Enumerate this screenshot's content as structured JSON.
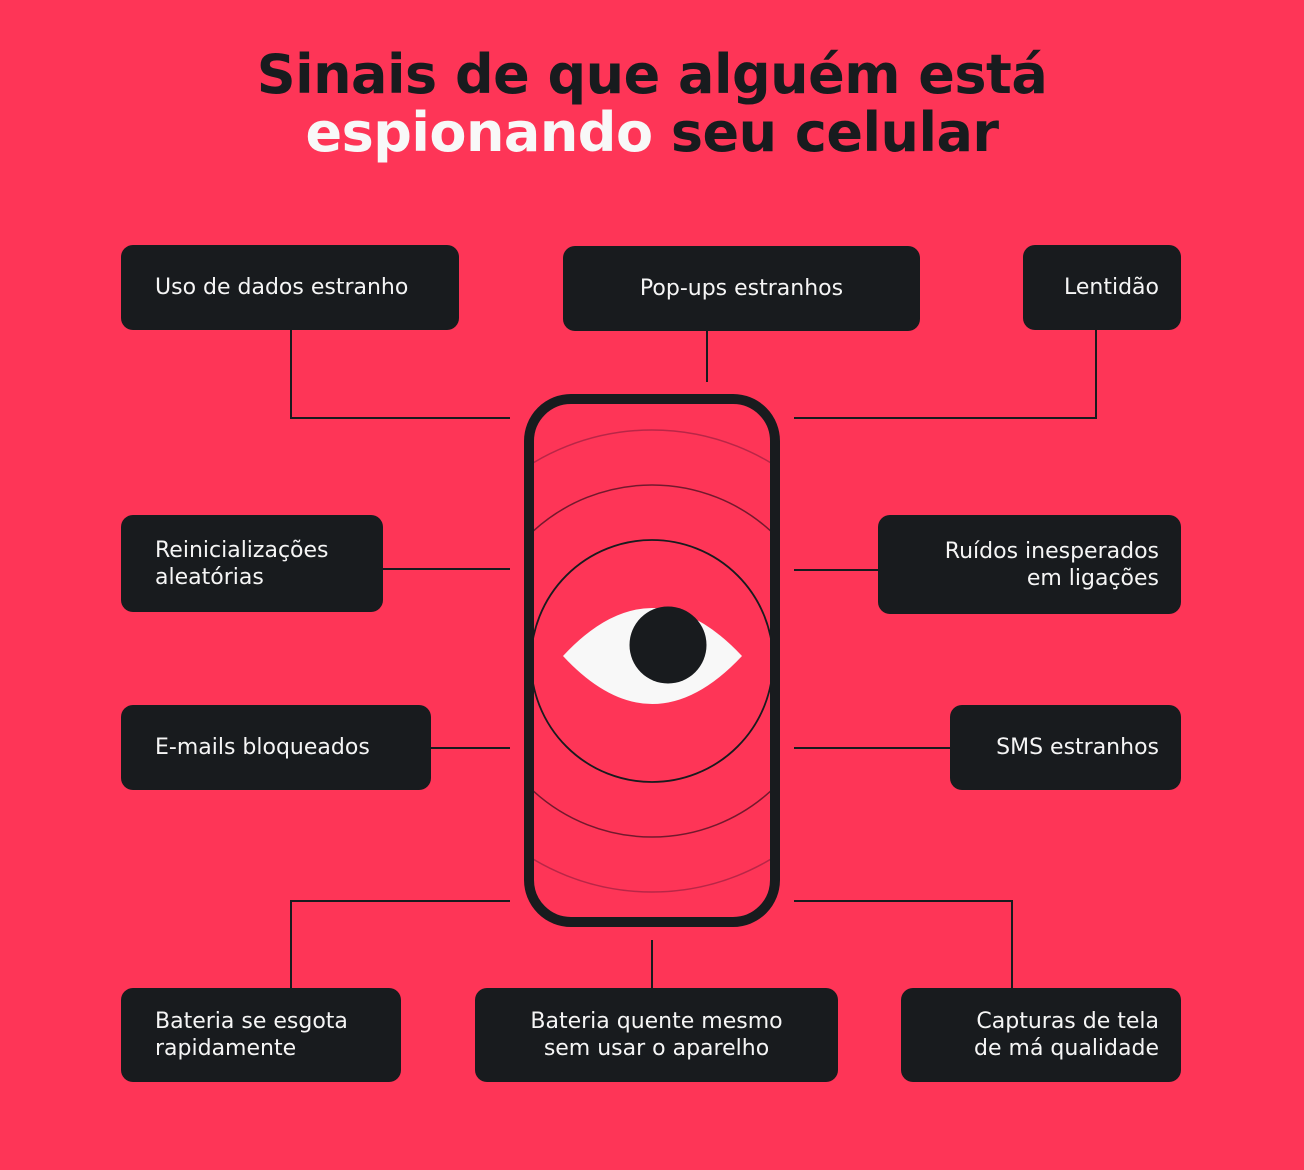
{
  "title": {
    "line1": "Sinais de que alguém está",
    "line2_highlight": "espionando",
    "line2_rest": " seu celular"
  },
  "colors": {
    "background": "#FE3557",
    "box": "#181B1E",
    "box_text": "#F5F5F5",
    "highlight": "#F8F8F8",
    "eye_white": "#F8F8F8"
  },
  "center_icon": "phone-with-eye-icon",
  "signs": [
    {
      "id": "uso-de-dados",
      "label": "Uso de dados estranho"
    },
    {
      "id": "pop-ups",
      "label": "Pop-ups estranhos"
    },
    {
      "id": "lentidao",
      "label": "Lentidão"
    },
    {
      "id": "reinicializacoes",
      "label": "Reinicializações\naleatórias"
    },
    {
      "id": "ruidos",
      "label": "Ruídos inesperados\nem ligações"
    },
    {
      "id": "e-mails",
      "label": "E-mails bloqueados"
    },
    {
      "id": "sms",
      "label": "SMS estranhos"
    },
    {
      "id": "bateria-esgota",
      "label": "Bateria se esgota\nrapidamente"
    },
    {
      "id": "bateria-quente",
      "label": "Bateria quente mesmo\nsem usar o aparelho"
    },
    {
      "id": "capturas",
      "label": "Capturas de tela\nde má qualidade"
    }
  ]
}
